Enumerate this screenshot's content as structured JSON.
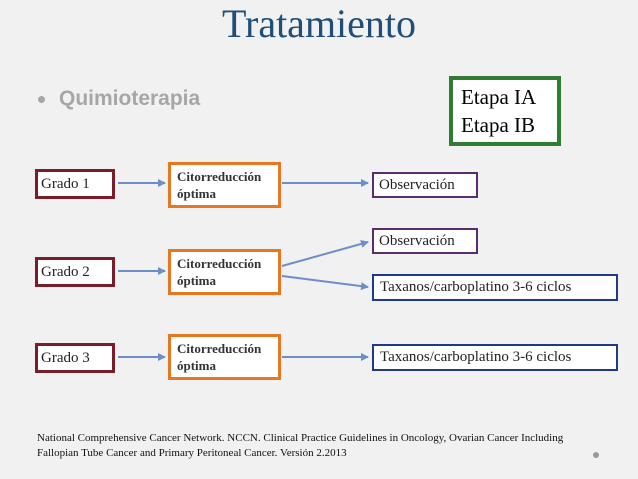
{
  "title": "Tratamiento",
  "bullet": "Quimioterapia",
  "stage": {
    "line1": "Etapa IA",
    "line2": "Etapa IB"
  },
  "rows": [
    {
      "grade": "Grado 1",
      "cyto": [
        "Citorreducción",
        "óptima"
      ]
    },
    {
      "grade": "Grado 2",
      "cyto": [
        "Citorreducción",
        "óptima"
      ]
    },
    {
      "grade": "Grado 3",
      "cyto": [
        "Citorreducción",
        "óptima"
      ]
    }
  ],
  "outcomes": {
    "obs1": "Observación",
    "obs2": "Observación",
    "tax2": "Taxanos/carboplatino  3-6 ciclos",
    "tax3": "Taxanos/carboplatino  3-6 ciclos"
  },
  "reference": {
    "line1": "National Comprehensive Cancer Network. NCCN. Clinical Practice Guidelines in Oncology, Ovarian Cancer Including",
    "line2": "Fallopian Tube Cancer and Primary Peritoneal Cancer. Versión 2.2013"
  },
  "colors": {
    "title": "#1f4e79",
    "stage_border": "#2e7d32",
    "grade_border": "#7b1c2b",
    "cyto_border": "#e87722",
    "observation_border": "#5b2c6f",
    "taxanos_border": "#1e3a8a",
    "arrow": "#6d8fc9"
  }
}
